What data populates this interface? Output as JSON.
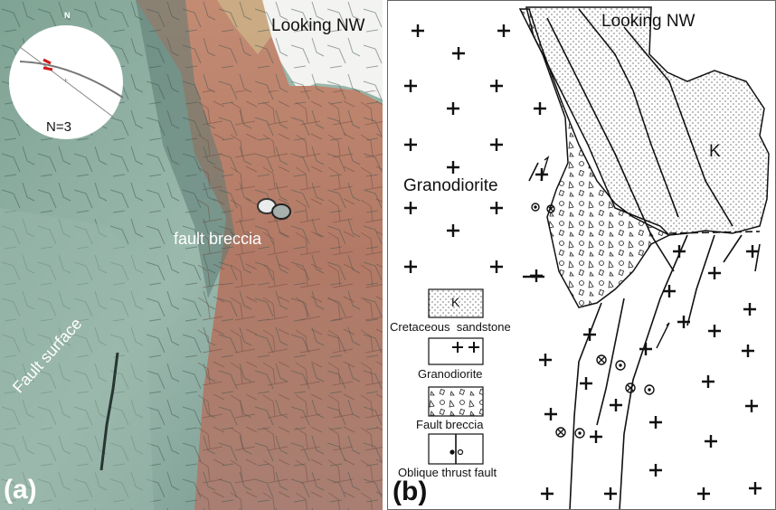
{
  "panel_a": {
    "label": "(a)",
    "view_label": "Looking NW",
    "annotations": {
      "fault_breccia": "fault breccia",
      "fault_surface": "Fault surface"
    },
    "stereonet": {
      "north_label": "N",
      "count_label": "N=3",
      "plane_color": "#777777",
      "lineation_color": "#d11a1a"
    },
    "colors": {
      "green_rock": "#8fb1a3",
      "red_rock": "#b87b66",
      "sky": "#f2f2f0"
    }
  },
  "panel_b": {
    "label": "(b)",
    "view_label": "Looking NW",
    "unit_labels": {
      "granodiorite": "Granodiorite",
      "sandstone": "K"
    },
    "legend": [
      {
        "symbol": "K",
        "pattern": "stipple",
        "label": "Cretaceous  sandstone"
      },
      {
        "symbol": "+ +",
        "pattern": "cross",
        "label": "Granodiorite"
      },
      {
        "symbol": "",
        "pattern": "breccia",
        "label": "Fault breccia"
      },
      {
        "symbol": "",
        "pattern": "oblique-fault",
        "label": "Oblique thrust fault"
      }
    ]
  }
}
